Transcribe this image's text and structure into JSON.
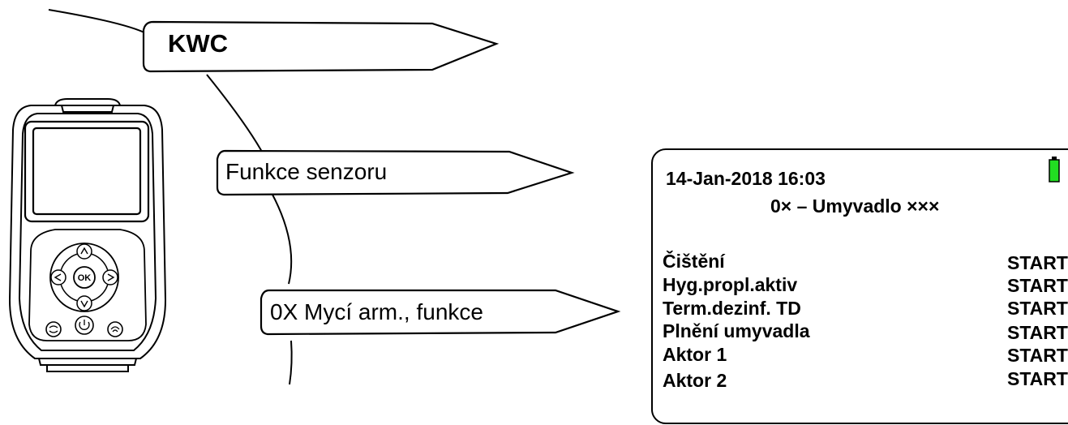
{
  "menu_tags": [
    {
      "label": "KWC"
    },
    {
      "label": "Funkce senzoru"
    },
    {
      "label": "0X Mycí arm., funkce"
    }
  ],
  "device": {
    "ok_button_label": "OK"
  },
  "screen": {
    "datetime": "14-Jan-2018 16:03",
    "title": "0× – Umyvadlo ×××",
    "battery_color": "#22dd22",
    "rows": [
      {
        "label": "Čištění",
        "value": "START"
      },
      {
        "label": "Hyg.propl.aktiv",
        "value": "START"
      },
      {
        "label": "Term.dezinf. TD",
        "value": "START"
      },
      {
        "label": "Plnění umyvadla",
        "value": "START"
      },
      {
        "label": "Aktor 1",
        "value": "START"
      },
      {
        "label": "Aktor 2",
        "value": "START"
      }
    ]
  }
}
